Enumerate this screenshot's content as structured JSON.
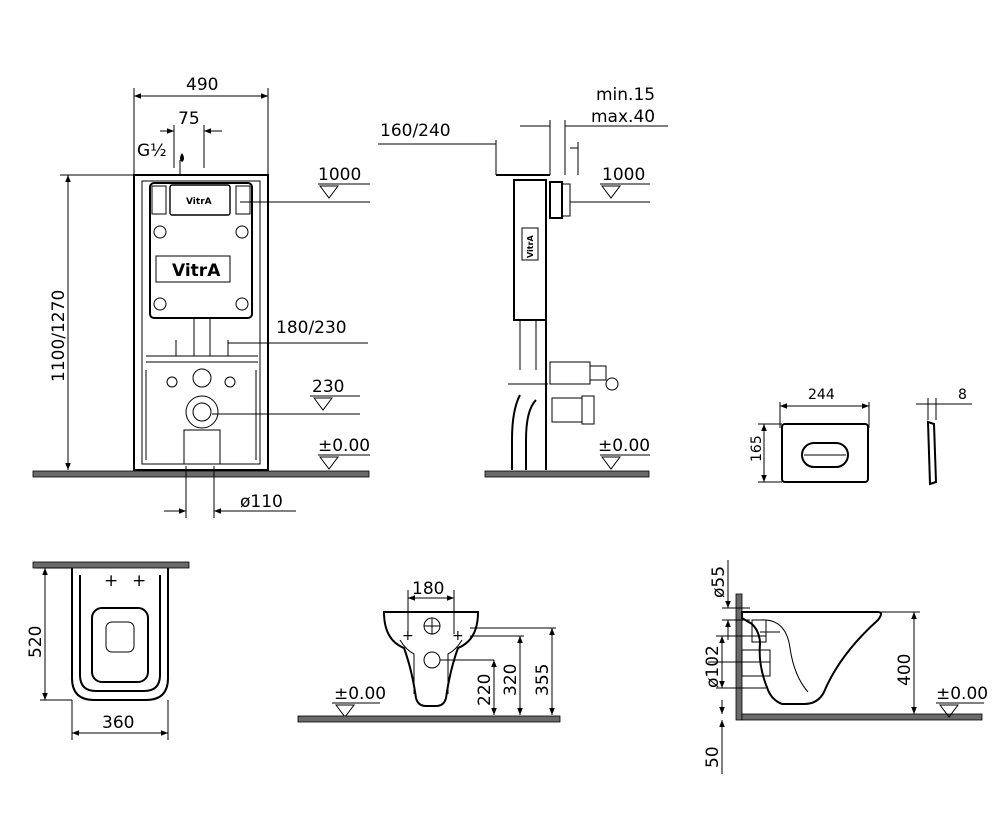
{
  "front_view": {
    "width": "490",
    "inlet_offset": "75",
    "inlet_thread": "G½",
    "height": "1100/1270",
    "pipe_spacing": "180/230",
    "diameter": "ø110",
    "level_top": "1000",
    "level_mid": "230",
    "level_floor": "±0.00",
    "logo_small": "VitrA",
    "logo_large": "VitrA"
  },
  "side_view": {
    "depth": "160/240",
    "wall_min": "min.15",
    "wall_max": "max.40",
    "level_top": "1000",
    "level_floor": "±0.00",
    "logo": "VitrA"
  },
  "flush_plate": {
    "width": "244",
    "height": "165",
    "thickness": "8"
  },
  "toilet_top": {
    "depth": "520",
    "width": "360"
  },
  "toilet_front": {
    "fixing_spacing": "180",
    "dim_a": "220",
    "dim_b": "320",
    "dim_c": "355",
    "level_floor": "±0.00"
  },
  "toilet_side": {
    "dim_55": "ø55",
    "dim_102": "ø102",
    "dim_50": "50",
    "height": "400",
    "level_floor": "±0.00"
  }
}
